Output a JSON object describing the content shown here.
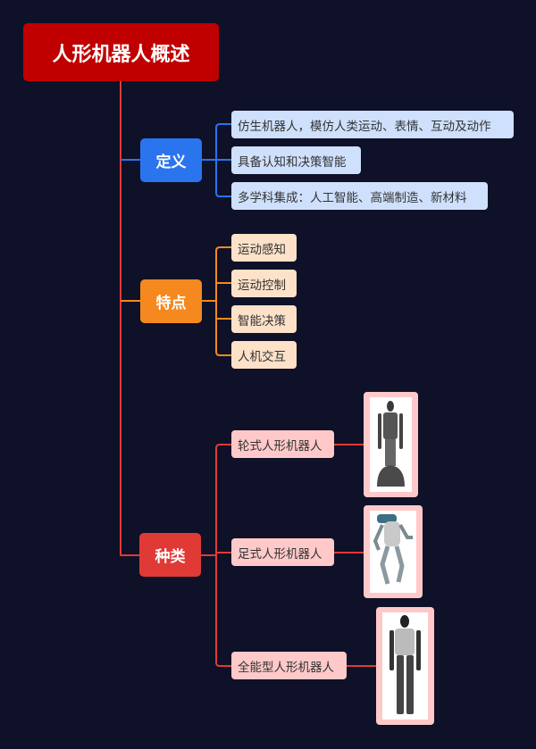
{
  "root": {
    "title": "人形机器人概述"
  },
  "branches": [
    {
      "label": "定义",
      "color": "#2a74ee",
      "children": [
        "仿生机器人，模仿人类运动、表情、互动及动作",
        "具备认知和决策智能",
        "多学科集成：人工智能、高端制造、新材料"
      ]
    },
    {
      "label": "特点",
      "color": "#f5891f",
      "children": [
        "运动感知",
        "运动控制",
        "智能决策",
        "人机交互"
      ]
    },
    {
      "label": "种类",
      "color": "#e03a36",
      "children": [
        "轮式人形机器人",
        "足式人形机器人",
        "全能型人形机器人"
      ]
    }
  ],
  "colors": {
    "background": "#0e1127",
    "root": "#c00000"
  }
}
